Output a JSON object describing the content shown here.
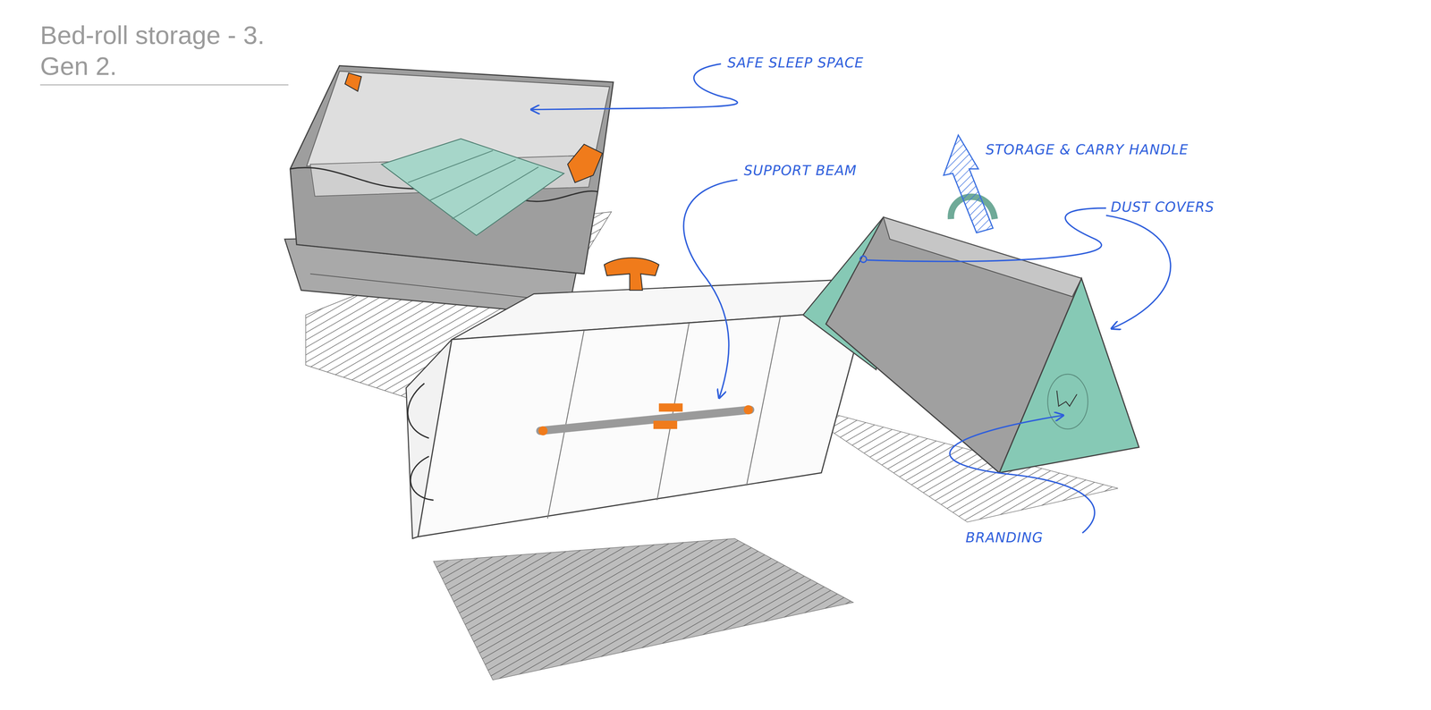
{
  "diagram": {
    "title": "Bed-roll storage - 3. Gen 2.",
    "labels": [
      "SAFE SLEEP SPACE",
      "STORAGE & CARRY HANDLE",
      "SUPPORT BEAM",
      "DUST COVERS",
      "BRANDING"
    ]
  }
}
